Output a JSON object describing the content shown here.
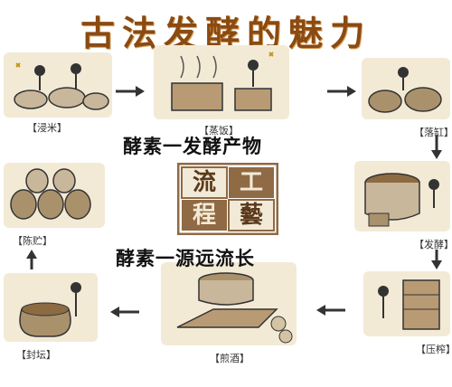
{
  "title": "古法发酵的魅力",
  "tagline_top": "酵素一发酵产物",
  "tagline_bottom": "酵素一源远流长",
  "seal": {
    "c1": "流",
    "c2": "工",
    "c3": "程",
    "c4": "藝"
  },
  "stages": {
    "soak": "【浸米】",
    "steam": "【蒸饭】",
    "spread": "【落缸】",
    "ferment": "【发酵】",
    "press": "【压榨】",
    "boil": "【煎酒】",
    "seal_jar": "【封坛】",
    "age": "【陈贮】"
  },
  "colors": {
    "title": "#8a4a12",
    "seal_bg": "#8f6a44",
    "ink": "#333333"
  }
}
